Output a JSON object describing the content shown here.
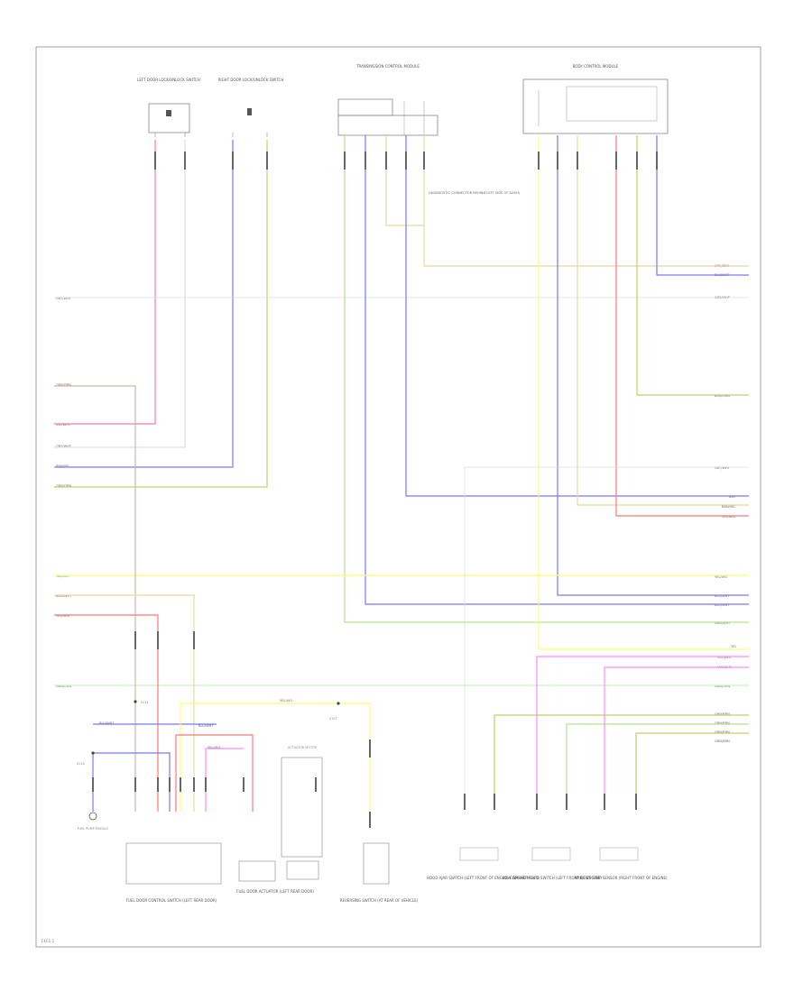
{
  "footer_code": "F4C1-1",
  "components": {
    "left_door_switch": "LEFT DOOR LOCK/UNLOCK SWITCH",
    "right_door_switch": "RIGHT DOOR LOCK/UNLOCK SWITCH",
    "center_module": "TRANSMISSION CONTROL MODULE",
    "right_module": "BODY CONTROL MODULE",
    "diagnostic_note": "(DIAGNOSTIC CONNECTOR BEHIND LEFT SIDE OF DASH)",
    "fuel_door_module": "FUEL DOOR CONTROL SWITCH (LEFT REAR DOOR)",
    "fuel_door_actuator": "FUEL DOOR ACTUATOR (LEFT REAR DOOR)",
    "motor_box": "ACTUATOR MOTOR",
    "reversing_switch": "REVERSING SWITCH (AT REAR OF VEHICLE)",
    "sensor1": "HOOD AJAR SWITCH (LEFT FRONT OF ENGINE COMPARTMENT)",
    "sensor2": "LOW WASHER FLUID SWITCH (LEFT FRONT OF ENGINE)",
    "sensor3": "AMBIENT TEMP SENSOR (RIGHT FRONT OF ENGINE)",
    "fuel_pump_module": "FUEL PUMP MODULE"
  },
  "wire_labels": {
    "L1": "GRY/WHT",
    "L2": "ORN/BRN",
    "L3": "VIO/WHT",
    "L4": "GRY/WHT",
    "L5": "BRN/YEL",
    "L6": "GRN/ORN",
    "L7": "YEL/VIO",
    "L8": "BRN/WHT",
    "L9": "YEL/RED",
    "L10": "GRN/ORN",
    "R1": "GRY/BRN",
    "R2": "BLU/WHT",
    "R3": "GRY/WHT",
    "R4": "BRN/GRN",
    "R5": "GRY/WHT",
    "R6": "BLU",
    "R7": "BRN/YEL",
    "R8": "YEL/RED",
    "R9": "YEL/VIO",
    "R10": "BLU/WHT",
    "R11": "BLU/WHT",
    "R12": "GRN/WHT",
    "R13": "YEL",
    "R14": "VIO/WHT",
    "R15": "VIO/WHT",
    "R16": "GRN/ORN",
    "R17": "GRN/BRN",
    "R18": "GRN/BRN",
    "R19": "GRN/BRN",
    "R20": "GRN/BRN",
    "M1": "YEL/VIO",
    "M2": "YEL/VIO",
    "M3": "BLU/WHT",
    "M4": "BLU/WHT"
  },
  "splices": {
    "s1": "S111",
    "s2": "S107",
    "s3": "S116"
  },
  "colors": {
    "frame": "#999999",
    "pink": "#ff7799",
    "blue": "#7a7aff",
    "green": "#b8e090",
    "yellow": "#ffff70",
    "tan": "#e6d8a0",
    "red": "#ff8888",
    "magenta": "#ff88ff",
    "olive": "#c8cc66"
  }
}
